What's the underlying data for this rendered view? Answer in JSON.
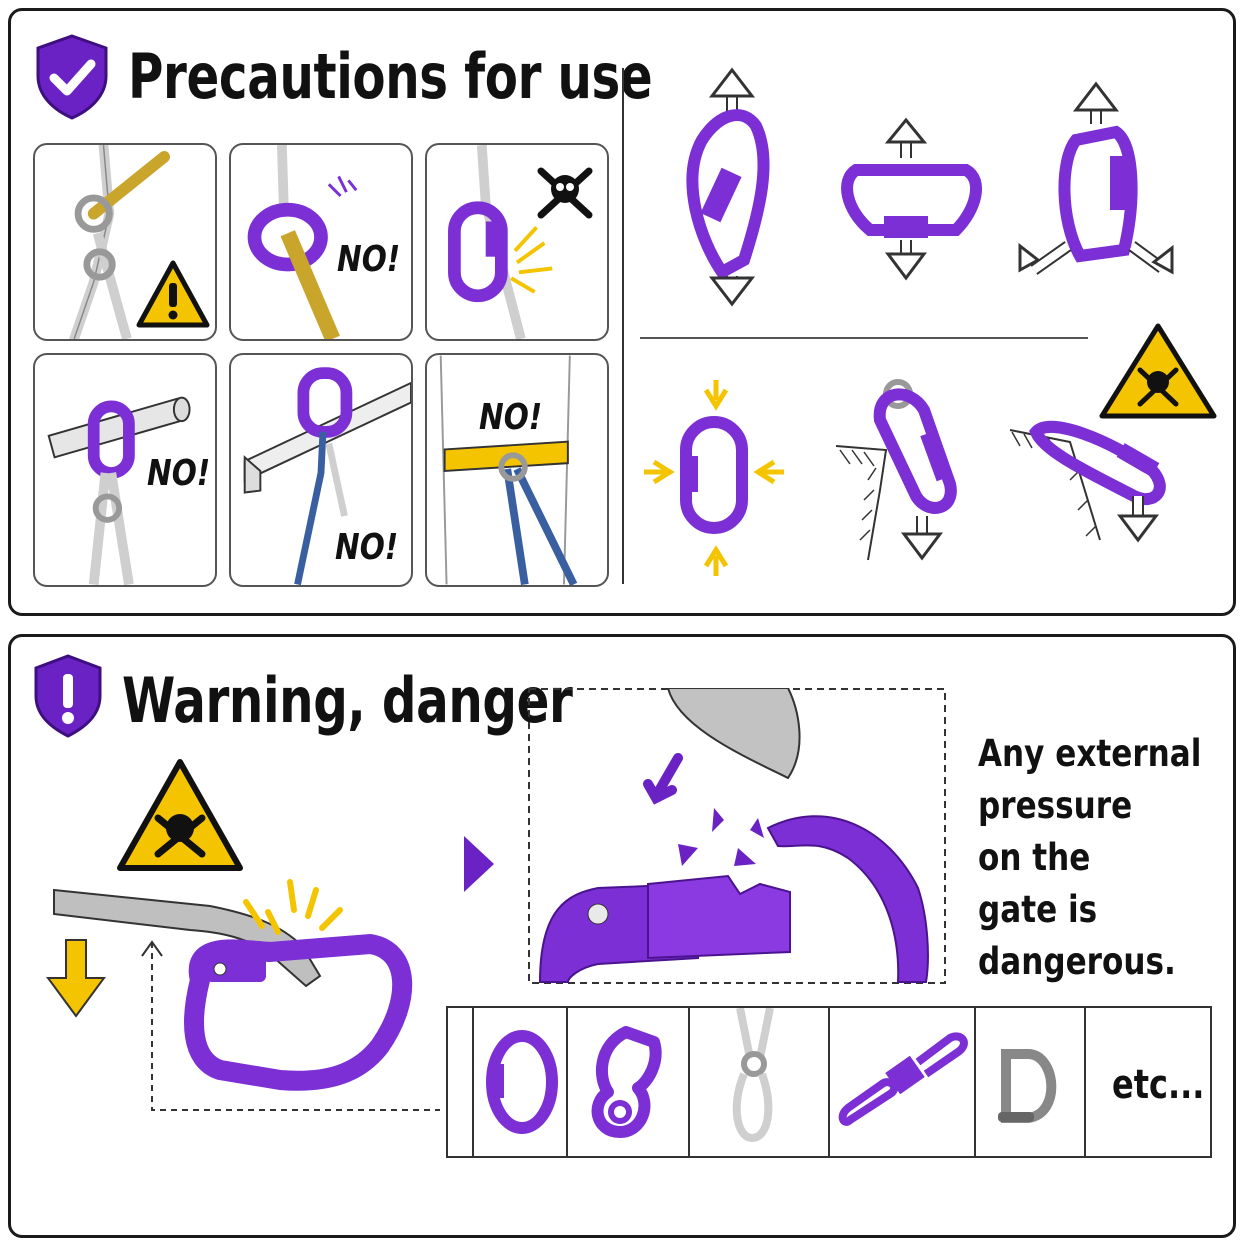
{
  "colors": {
    "accent": "#7b2fd4",
    "accent_dark": "#4b138f",
    "warning_yellow": "#f5c400",
    "rope_gray": "#cfcfcf",
    "rope_gold": "#c9a52c",
    "rope_blue": "#3a5fa0"
  },
  "precautions": {
    "title": "Precautions for use",
    "header_icon": "shield-check-icon",
    "cells": [
      {
        "id": "knot-rope",
        "label": "",
        "icon": "warning-triangle-icon"
      },
      {
        "id": "rope-through-ring",
        "label": "NO!",
        "icon": ""
      },
      {
        "id": "gate-friction",
        "label": "",
        "icon": "skull-crossbones-icon"
      },
      {
        "id": "bar-anchor",
        "label": "NO!",
        "icon": ""
      },
      {
        "id": "beam-anchor",
        "label": "NO!",
        "icon": ""
      },
      {
        "id": "sling-wrap",
        "label": "NO!",
        "icon": ""
      }
    ],
    "loading_diagrams": [
      "major-axis-load",
      "minor-axis-load",
      "three-way-load",
      "side-compression",
      "edge-contact",
      "edge-cross-load"
    ]
  },
  "warning": {
    "title": "Warning, danger",
    "header_icon": "shield-exclamation-icon",
    "description_lines": [
      "Any external",
      "pressure",
      "on the",
      "gate is",
      "dangerous."
    ],
    "items": [
      "oval-carabiner-icon",
      "figure-eight-descender-icon",
      "rope-loop-icon",
      "swivel-carabiner-icon",
      "d-shackle-icon"
    ],
    "etc_label": "etc..."
  }
}
